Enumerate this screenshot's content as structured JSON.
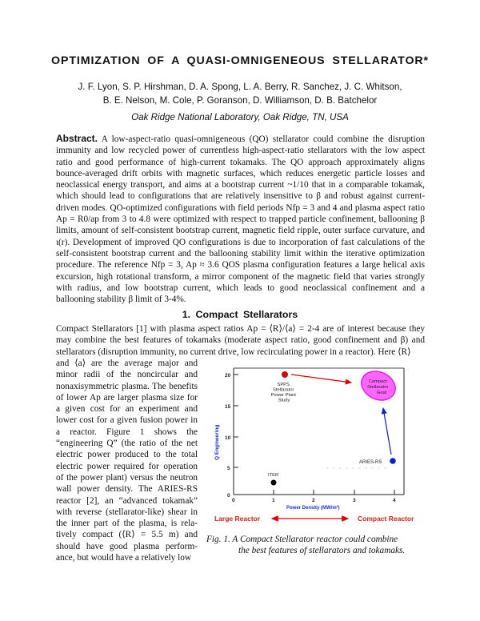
{
  "paper": {
    "title": "OPTIMIZATION OF A QUASI-OMNIGENEOUS STELLARATOR*",
    "authors_line1": "J. F. Lyon, S. P. Hirshman, D. A. Spong, L. A. Berry, R. Sanchez, J. C. Whitson,",
    "authors_line2": "B. E. Nelson, M. Cole, P. Goranson, D. Williamson, D. B. Batchelor",
    "affiliation": "Oak Ridge National Laboratory, Oak Ridge, TN, USA"
  },
  "abstract": {
    "lead": "Abstract.",
    "text": "A low-aspect-ratio quasi-omnigeneous (QO) stellarator could combine the disruption immunity and low recycled power of currentless high-aspect-ratio stellarators with the low aspect ratio and good performance of high-current tokamaks. The QO approach approximately aligns bounce-averaged drift orbits with magnetic surfaces, which reduces energetic particle losses and neoclassical energy transport, and aims at a bootstrap current ~1/10 that in a comparable tokamak, which should lead to configurations that are relatively insensitive to β and robust against current-driven modes. QO-optimized configurations with field periods Nfp = 3 and 4 and plasma aspect ratio Ap = R0/ap from 3 to 4.8 were optimized with respect to trapped particle confinement, ballooning β limits, amount of self-consistent bootstrap current, magnetic field ripple, outer surface curvature, and ι(r). Development of improved QO configurations is due to incorporation of fast calculations of the self-consistent bootstrap current and the ballooning stability limit within the iterative optimization procedure. The reference Nfp = 3, Ap ≈ 3.6 QOS plasma configuration features a large helical axis excursion, high rotational transform, a mirror component of the magnetic field that varies strongly with radius, and low bootstrap current, which leads to good neoclassical confinement and a ballooning stability β limit of 3-4%."
  },
  "section1": {
    "heading": "1.   Compact Stellarators",
    "intro": "Compact Stellarators [1] with plasma aspect ratios Ap = ⟨R⟩/⟨a⟩ = 2-4 are of interest because they may combine the best features of tokamaks (moderate aspect ratio, good confinement and β) and stellarators (disruption immunity, no current drive, low recirculating power in a reactor). Here ⟨R⟩",
    "column": "and ⟨a⟩ are the average major and minor radii of the noncircular and nonaxisymmetric plasma. The bene­fits of lower Ap are larger plasma size for a given cost for an experiment and lower cost for a given fusion power in a reactor. Figure 1 shows the “engineering Q” (the ratio of the net electric power produced to the total electric power required for operation of the power plant) versus the neutron wall power density. The ARIES-RS reactor [2], an “advanced tokamak” with reverse (stellarator-like) shear in the inner part of the plasma, is rela­tively compact (⟨R⟩ = 5.5 m) and should have good plasma perform­ance, but would have a relatively low"
  },
  "figure": {
    "caption_line1": "Fig. 1. A Compact Stellarator reactor could combine",
    "caption_line2": "the best features of stellarators and tokamaks."
  },
  "chart_data": {
    "type": "scatter",
    "title": "",
    "xlabel": "Power Density (MW/m²)",
    "ylabel": "Q Engineering",
    "xlim": [
      0,
      4.2
    ],
    "ylim": [
      0,
      21
    ],
    "xticks": [
      "0",
      "1",
      "2",
      "3",
      "4"
    ],
    "yticks": [
      "0",
      "5",
      "10",
      "15",
      "20"
    ],
    "grid": false,
    "points": [
      {
        "name": "SPPS Stellarator Power Plant Study",
        "x": 1.25,
        "y": 20.2,
        "color": "#e00000"
      },
      {
        "name": "ITER",
        "x": 1.0,
        "y": 2.5,
        "color": "#000000"
      },
      {
        "name": "ARIES-RS",
        "x": 3.95,
        "y": 6.0,
        "color": "#0a1fd8"
      }
    ],
    "regions": [
      {
        "name": "Compact Stellarator Goal",
        "x_center": 3.6,
        "y_center": 18.1,
        "color": "#ff33ff"
      }
    ],
    "annotations": [
      {
        "text": "SPPS",
        "line2": "Stellarator",
        "line3": "Power Plant",
        "line4": "Study"
      },
      {
        "text": "ITER"
      },
      {
        "text": "ARIES-RS"
      },
      {
        "text": "Compact",
        "line2": "Stellarator",
        "line3": "Goal"
      }
    ],
    "arrows": [
      {
        "from": "SPPS",
        "to": "Compact Stellarator Goal",
        "color": "#e00000"
      },
      {
        "from": "ARIES-RS",
        "to": "Compact Stellarator Goal",
        "color": "#0a1fd8"
      }
    ],
    "bottom_labels": {
      "left": "Large Reactor",
      "right": "Compact Reactor",
      "color": "#e0201a"
    }
  }
}
